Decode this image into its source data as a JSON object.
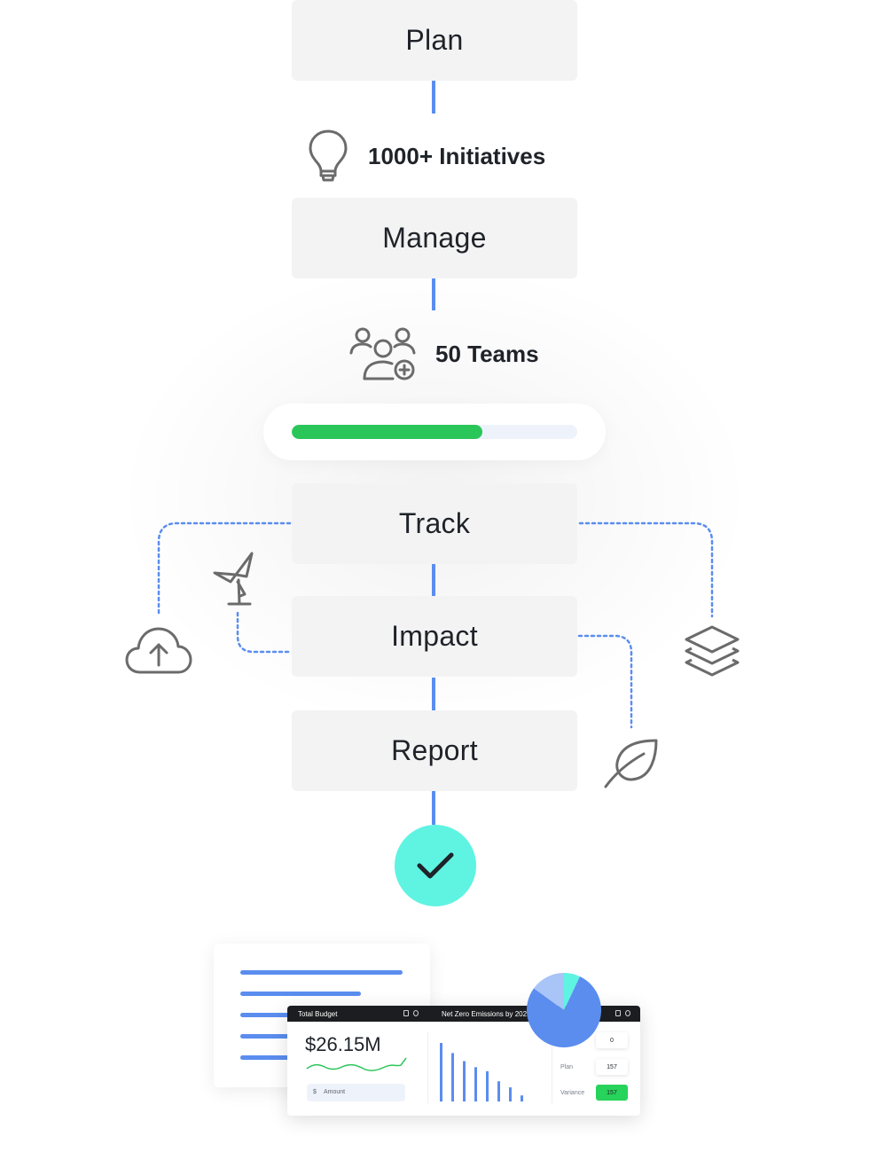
{
  "stages": {
    "plan": "Plan",
    "manage": "Manage",
    "track": "Track",
    "impact": "Impact",
    "report": "Report"
  },
  "stats": {
    "initiatives": "1000+ Initiatives",
    "teams": "50 Teams"
  },
  "progress": {
    "fraction": 0.667
  },
  "colors": {
    "connector": "#5b8def",
    "progress_fill": "#2bc65a",
    "check_circle": "#5ff3e2",
    "icon_stroke": "#6b6b6b"
  },
  "icons": {
    "initiatives": "lightbulb-icon",
    "teams": "add-team-icon",
    "cloud": "cloud-upload-icon",
    "wind": "wind-turbine-icon",
    "layers": "layers-icon",
    "leaf": "leaf-icon",
    "check": "check-icon"
  },
  "dashboard": {
    "total_budget_label": "Total Budget",
    "budget_value": "$26.15M",
    "amount_symbol": "$",
    "amount_label": "Amount",
    "emissions_label": "Net Zero Emissions by 202",
    "values": {
      "top": "0",
      "plan_label": "Plan",
      "plan": "157",
      "variance_label": "Variance",
      "variance": "157"
    }
  },
  "chart_data": [
    {
      "type": "bar",
      "values": [
        58,
        48,
        40,
        34,
        30,
        20,
        14,
        6
      ],
      "title": "",
      "xlabel": "",
      "ylabel": ""
    },
    {
      "type": "pie",
      "values": [
        78,
        15,
        7
      ],
      "colors": [
        "#5b8def",
        "#a9c4f7",
        "#5ff3e2"
      ]
    }
  ]
}
